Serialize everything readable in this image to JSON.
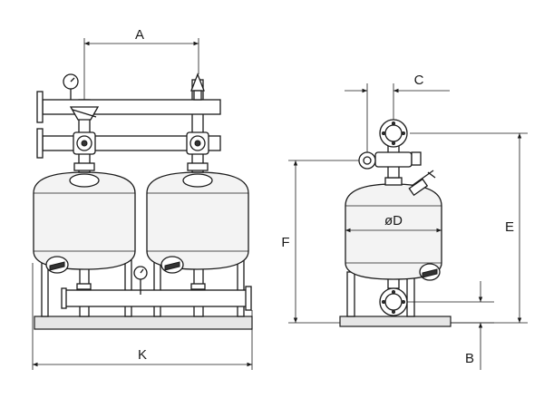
{
  "labels": {
    "A": "A",
    "B": "B",
    "C": "C",
    "D": "øD",
    "E": "E",
    "F": "F",
    "K": "K"
  },
  "icons": [
    "pressure-gauge-icon",
    "valve-icon",
    "air-vent-icon"
  ],
  "colors": {
    "line": "#1a1a1a",
    "tank_fill": "#f3f3f3",
    "base_fill": "#e6e6e6"
  }
}
